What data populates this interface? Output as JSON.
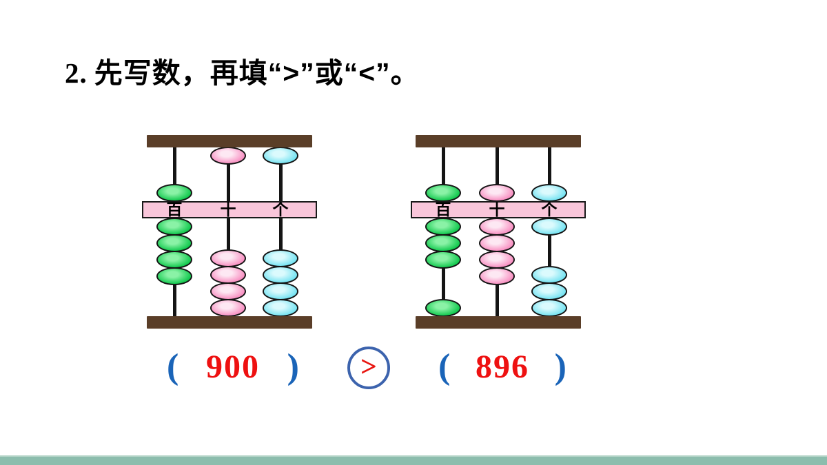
{
  "slide": {
    "title_number": "2.",
    "title_text": "先写数，再填“>”或“<”。"
  },
  "abacuses": [
    {
      "name": "left",
      "value": "900",
      "rods": [
        {
          "place": "百",
          "color": "green",
          "upper_bead": "at_band",
          "lower_at_band": 4,
          "lower_at_bottom": 0
        },
        {
          "place": "十",
          "color": "pink",
          "upper_bead": "at_top",
          "lower_at_band": 0,
          "lower_at_bottom": 4
        },
        {
          "place": "个",
          "color": "cyan",
          "upper_bead": "at_top",
          "lower_at_band": 0,
          "lower_at_bottom": 4
        }
      ]
    },
    {
      "name": "right",
      "value": "896",
      "rods": [
        {
          "place": "百",
          "color": "green",
          "upper_bead": "at_band",
          "lower_at_band": 3,
          "lower_at_bottom": 1
        },
        {
          "place": "十",
          "color": "pink",
          "upper_bead": "at_band",
          "lower_at_band": 4,
          "lower_at_bottom": 0
        },
        {
          "place": "个",
          "color": "cyan",
          "upper_bead": "at_band",
          "lower_at_band": 1,
          "lower_at_bottom": 3
        }
      ]
    }
  ],
  "answer": {
    "paren_open": "(",
    "paren_close": ")",
    "left_value": "900",
    "comparator": ">",
    "right_value": "896"
  },
  "colors": {
    "title": "#000000",
    "number_red": "#ee1111",
    "paren_blue": "#1a64b8",
    "circle_blue": "#3c63ad",
    "comparator_red": "#e81510",
    "bar_brown": "#5a3e28",
    "band_pink": "#f9c6da",
    "rod_black": "#141414",
    "strip_teal": "#8cbdad",
    "beads": {
      "green": {
        "base": "#12c94e",
        "light": "#8af2a6"
      },
      "pink": {
        "base": "#f890c2",
        "light": "#fde8f3"
      },
      "cyan": {
        "base": "#76e3f2",
        "light": "#dbfafd"
      }
    }
  }
}
